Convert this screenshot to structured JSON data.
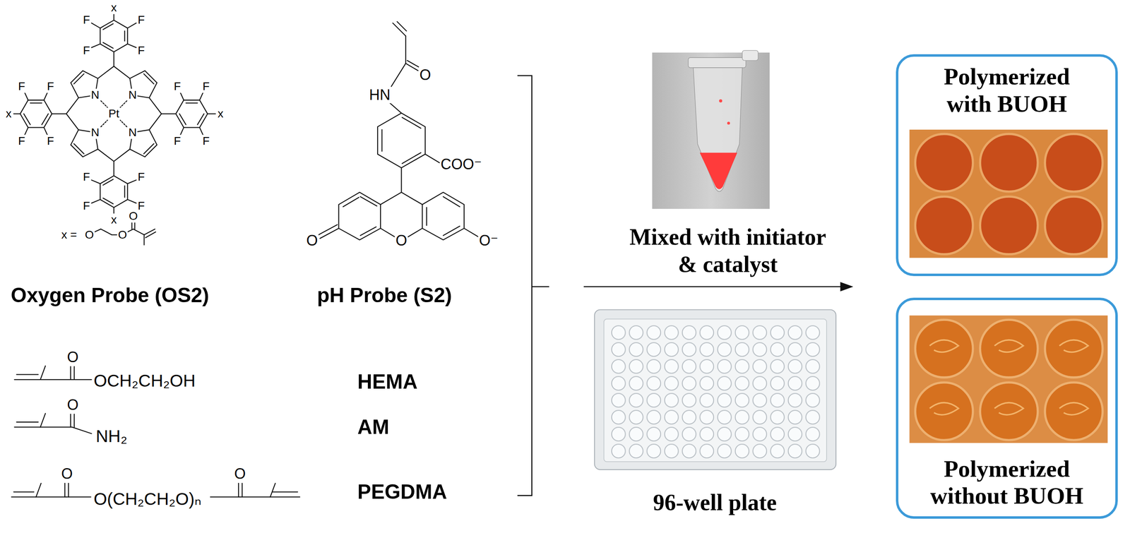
{
  "diagram": {
    "nodes": [
      {
        "text": [
          "Polymerized with BUOH"
        ]
      },
      {
        "text": [
          "Polymerized without BUOH"
        ]
      }
    ],
    "labels": [
      "x",
      "F",
      "F",
      "F",
      "F",
      "F",
      "F",
      "N",
      "N",
      "F",
      "F",
      "x",
      "Pt",
      "x",
      "N",
      "N",
      "F",
      "F",
      "F",
      "F",
      "F",
      "F",
      "F",
      "F",
      "x",
      "x =",
      "O",
      "O",
      "O",
      "Oxygen Probe (OS2)",
      "O",
      "HN",
      "COO⁻",
      "O",
      "O",
      "O⁻",
      "pH Probe (S2)",
      "O",
      "OCH₂CH₂OH",
      "HEMA",
      "O",
      "NH₂",
      "AM",
      "O",
      "O(CH₂CH₂O)ₙ",
      "O",
      "PEGDMA",
      "Mixed with initiator & catalyst",
      "96-well plate"
    ]
  }
}
